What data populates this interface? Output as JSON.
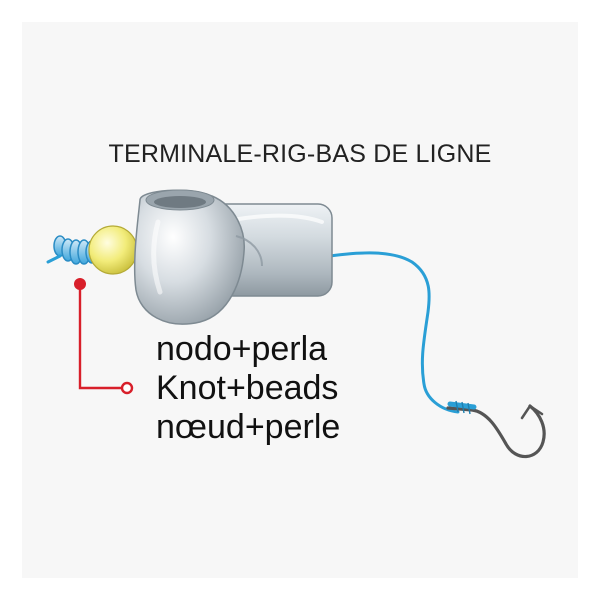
{
  "title": "TERMINALE-RIG-BAS DE LIGNE",
  "labels": {
    "italian": "nodo+perla",
    "english": "Knot+beads",
    "french": "nœud+perle"
  },
  "colors": {
    "line": "#2a9fd6",
    "leader": "#d81f2a",
    "bead": "#f2ec7a",
    "weight": "#b9c2c8",
    "hook": "#666666"
  }
}
